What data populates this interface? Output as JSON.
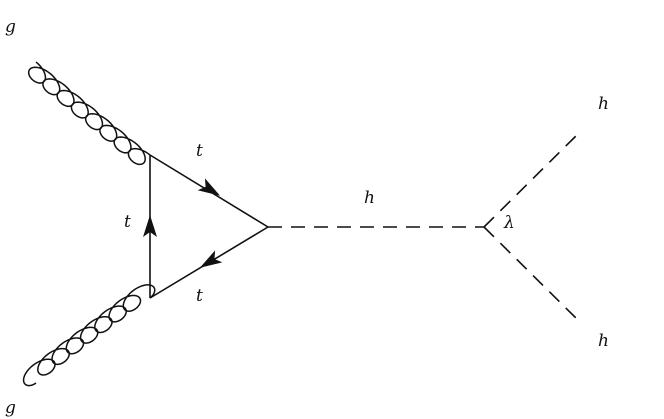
{
  "labels": {
    "gluon_top": "g",
    "gluon_bottom": "g",
    "top_upper": "t",
    "top_left": "t",
    "top_lower": "t",
    "higgs_propagator": "h",
    "coupling": "λ",
    "higgs_out_upper": "h",
    "higgs_out_lower": "h"
  },
  "colors": {
    "ink": "#111111",
    "background": "#ffffff"
  }
}
